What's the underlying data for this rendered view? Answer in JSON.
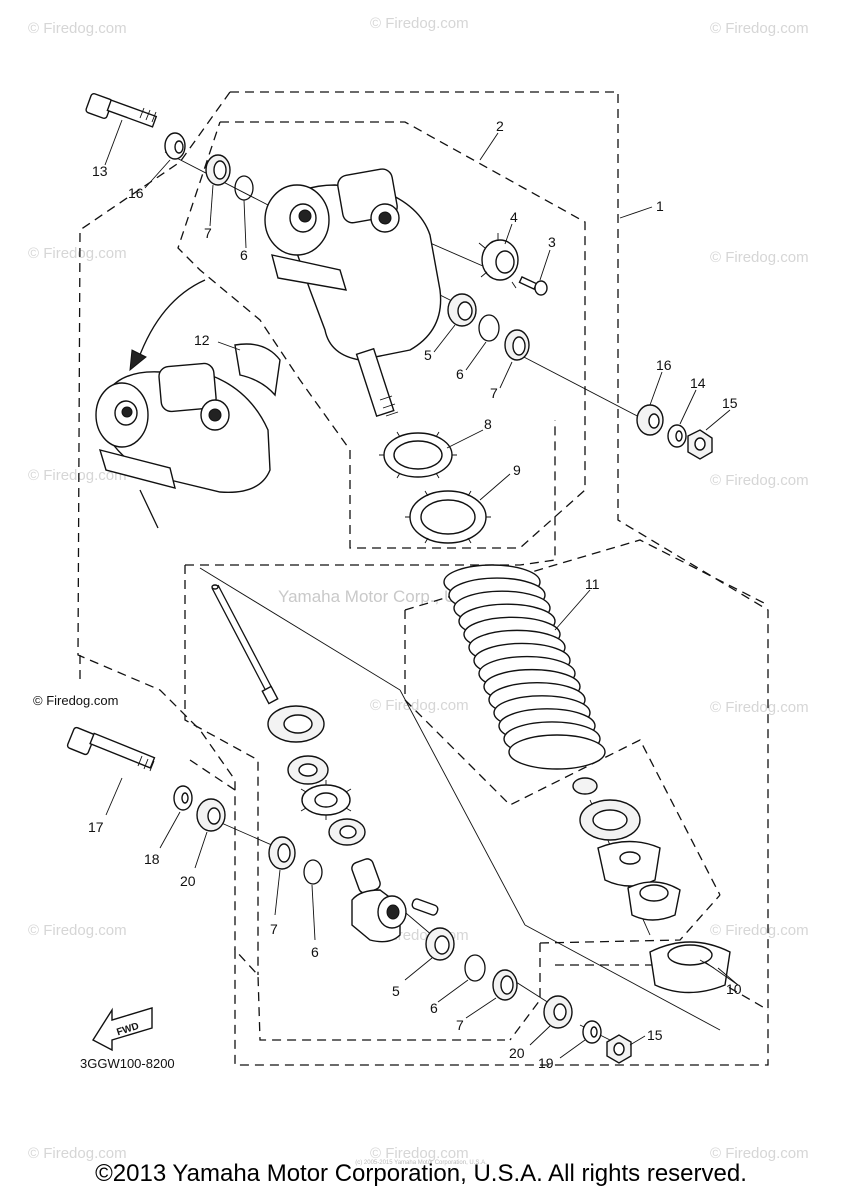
{
  "watermarks": [
    {
      "text": "© Firedog.com"
    },
    {
      "text": "© Firedog.com"
    },
    {
      "text": "© Firedog.com"
    },
    {
      "text": "© Firedog.com"
    },
    {
      "text": "© Firedog.com"
    },
    {
      "text": "© Firedog.com"
    },
    {
      "text": "© Firedog.com"
    },
    {
      "text": "© Firedog.com"
    },
    {
      "text": "© Firedog.com"
    },
    {
      "text": "© Firedog.com"
    },
    {
      "text": "© Firedog.com"
    },
    {
      "text": "© Firedog.com"
    },
    {
      "text": "© Firedog.com"
    },
    {
      "text": "© Firedog.com"
    },
    {
      "text": "© Firedog.com"
    }
  ],
  "corner_watermark": "© Firedog.com",
  "center_watermark": "Yamaha Motor Corp., U.S.A.",
  "callouts": {
    "c1": "1",
    "c2": "2",
    "c3": "3",
    "c4": "4",
    "c5a": "5",
    "c5b": "5",
    "c6a": "6",
    "c6b": "6",
    "c6c": "6",
    "c6d": "6",
    "c7a": "7",
    "c7b": "7",
    "c7c": "7",
    "c7d": "7",
    "c8": "8",
    "c9": "9",
    "c10": "10",
    "c11": "11",
    "c12": "12",
    "c13": "13",
    "c14": "14",
    "c15a": "15",
    "c15b": "15",
    "c16a": "16",
    "c16b": "16",
    "c17": "17",
    "c18": "18",
    "c19": "19",
    "c20a": "20",
    "c20b": "20"
  },
  "fwd_label": "FWD",
  "diagram_code": "3GGW100-8200",
  "copyright": "©2013 Yamaha Motor Corporation, U.S.A. All rights reserved.",
  "tiny_copyright": "(c) 2005-2015 Yamaha Motor Corporation, U.S.A."
}
